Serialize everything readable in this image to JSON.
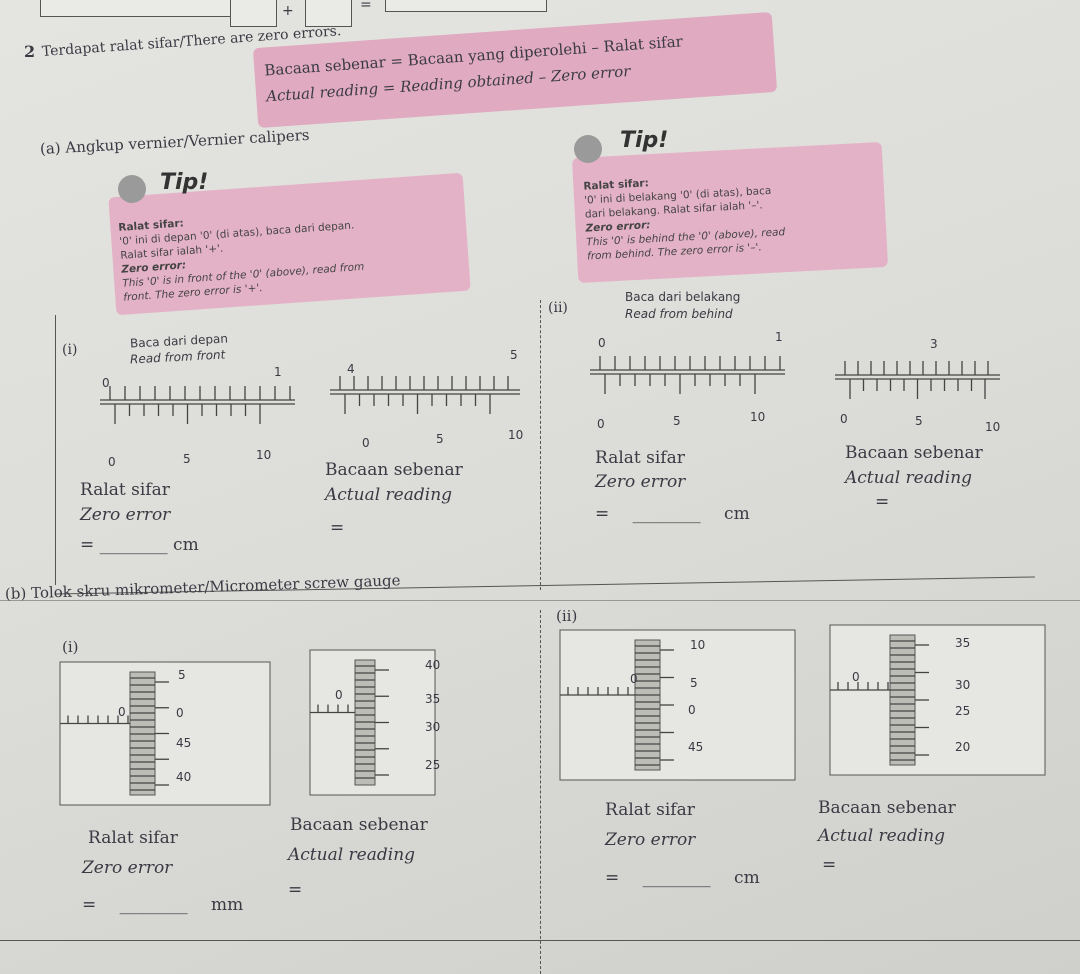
{
  "top_equation": {
    "plus": "+",
    "equals": "="
  },
  "question": {
    "number": "2",
    "text": "Terdapat ralat sifar/There are zero errors."
  },
  "formula": {
    "line1": "Bacaan sebenar = Bacaan yang diperolehi – Ralat sifar",
    "line2": "Actual reading = Reading obtained – Zero error"
  },
  "part_a": {
    "title": "(a)  Angkup vernier/Vernier calipers",
    "tip_front": {
      "heading": "Tip!",
      "lines": [
        "Ralat sifar:",
        "'0' ini di depan '0' (di atas), baca dari depan.",
        "Ralat sifar ialah '+'.",
        "Zero error:",
        "This '0' is in front of the '0' (above), read from",
        "front. The zero error is '+'."
      ]
    },
    "tip_behind": {
      "heading": "Tip!",
      "lines": [
        "Ralat sifar:",
        "'0' ini di belakang '0' (di atas), baca",
        "dari belakang. Ralat sifar ialah '–'.",
        "Zero error:",
        "This '0' is behind the '0' (above), read",
        "from behind. The zero error is '–'."
      ]
    },
    "i": {
      "label": "(i)",
      "direction_ms": "Baca dari depan",
      "direction_en": "Read from front",
      "zero_scale": {
        "main": [
          "0",
          "1"
        ],
        "vernier": [
          "0",
          "5",
          "10"
        ]
      },
      "reading_scale": {
        "main": [
          "4",
          "5"
        ],
        "vernier": [
          "0",
          "5",
          "10"
        ]
      },
      "zero_error_label": "Ralat sifar",
      "zero_error_en": "Zero error",
      "zero_error_answer": "= ________ cm",
      "actual_label": "Bacaan sebenar",
      "actual_en": "Actual reading",
      "actual_answer": "="
    },
    "ii": {
      "label": "(ii)",
      "direction_ms": "Baca dari belakang",
      "direction_en": "Read from behind",
      "zero_scale": {
        "main": [
          "0",
          "1"
        ],
        "vernier": [
          "0",
          "5",
          "10"
        ]
      },
      "reading_scale": {
        "main": [
          "3"
        ],
        "vernier": [
          "0",
          "5",
          "10"
        ]
      },
      "zero_error_label": "Ralat sifar",
      "zero_error_en": "Zero error",
      "zero_error_answer": "= ________ cm",
      "actual_label": "Bacaan sebenar",
      "actual_en": "Actual reading",
      "actual_answer": "="
    }
  },
  "part_b": {
    "title": "(b)  Tolok skru mikrometer/Micrometer screw gauge",
    "i": {
      "label": "(i)",
      "zero_gauge": {
        "sleeve": "0",
        "thimble": [
          "5",
          "0",
          "45",
          "40"
        ]
      },
      "reading_gauge": {
        "sleeve": "0",
        "thimble": [
          "40",
          "35",
          "30",
          "25"
        ]
      },
      "zero_error_label": "Ralat sifar",
      "zero_error_en": "Zero error",
      "zero_error_answer": "= ________ mm",
      "actual_label": "Bacaan sebenar",
      "actual_en": "Actual reading",
      "actual_answer": "="
    },
    "ii": {
      "label": "(ii)",
      "zero_gauge": {
        "sleeve": "0",
        "thimble": [
          "10",
          "5",
          "0",
          "45"
        ]
      },
      "reading_gauge": {
        "sleeve": "0",
        "thimble": [
          "35",
          "30",
          "25",
          "20"
        ]
      },
      "zero_error_label": "Ralat sifar",
      "zero_error_en": "Zero error",
      "zero_error_answer": "= ________ cm",
      "actual_label": "Bacaan sebenar",
      "actual_en": "Actual reading",
      "actual_answer": "="
    }
  },
  "colors": {
    "tip_box": "#e4b2c6",
    "page": "#dcdcd8",
    "text": "#3a3a44"
  }
}
